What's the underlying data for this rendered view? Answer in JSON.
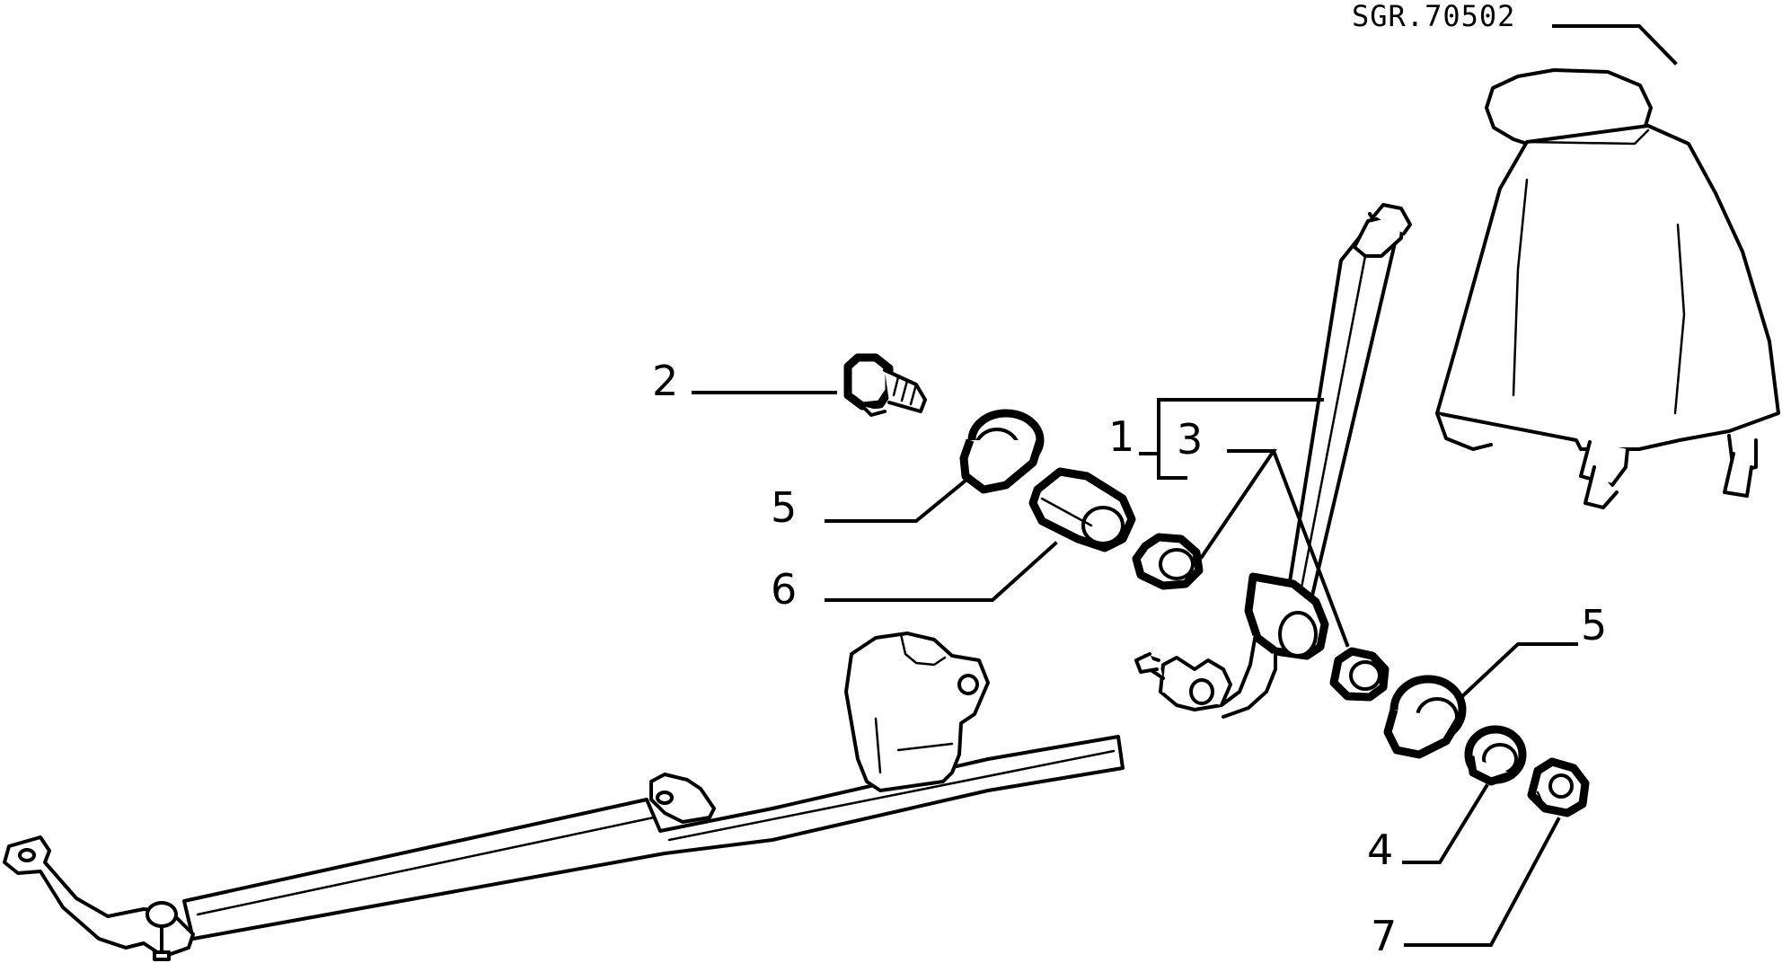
{
  "diagram": {
    "reference_code": "SGR.70502",
    "callouts": {
      "c1": "1",
      "c2": "2",
      "c3": "3",
      "c4": "4",
      "c5a": "5",
      "c5b": "5",
      "c6": "6",
      "c7": "7"
    }
  }
}
